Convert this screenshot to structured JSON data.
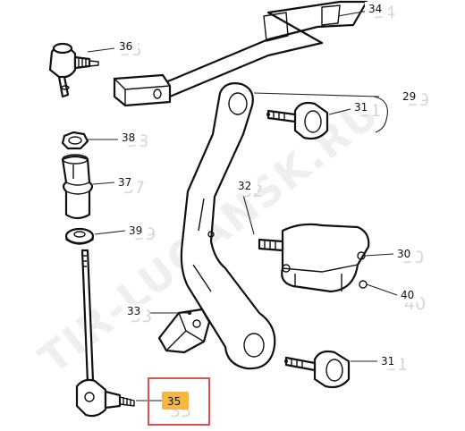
{
  "watermark": "TIR-LUGANSK.RU",
  "callouts": [
    {
      "id": "c34",
      "text": "34"
    },
    {
      "id": "c36",
      "text": "36"
    },
    {
      "id": "c29",
      "text": "29"
    },
    {
      "id": "c31a",
      "text": "31"
    },
    {
      "id": "c38",
      "text": "38"
    },
    {
      "id": "c37",
      "text": "37"
    },
    {
      "id": "c32",
      "text": "32"
    },
    {
      "id": "c39",
      "text": "39"
    },
    {
      "id": "c30",
      "text": "30"
    },
    {
      "id": "c40",
      "text": "40"
    },
    {
      "id": "c33",
      "text": "33"
    },
    {
      "id": "c31b",
      "text": "31"
    },
    {
      "id": "c35",
      "text": "35"
    }
  ],
  "selected": {
    "label": "35",
    "highlight_color": "#f5b642",
    "frame_color": "#d9534f"
  }
}
